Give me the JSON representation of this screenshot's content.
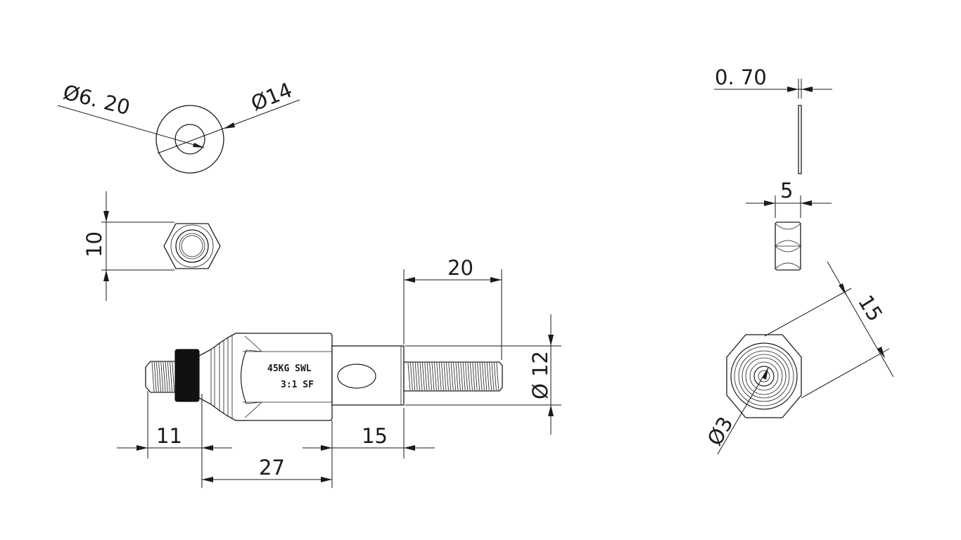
{
  "dimensions": {
    "washer_inner_dia": "Ø6. 20",
    "washer_outer_dia": "Ø14",
    "washer_thickness": "0. 70",
    "nut_across_flats": "10",
    "nut_thickness": "5",
    "thread_length_left": "11",
    "body_length": "27",
    "shank_length": "15",
    "thread_length_right": "20",
    "shank_dia": "Ø 12",
    "end_across_flats": "15",
    "end_hole_dia": "Ø3"
  },
  "body_marking": {
    "line1": "45KG SWL",
    "line2": "3:1 SF"
  },
  "colors": {
    "line": "#1a1a1a",
    "background": "#ffffff",
    "lock_nut": "#111111"
  }
}
